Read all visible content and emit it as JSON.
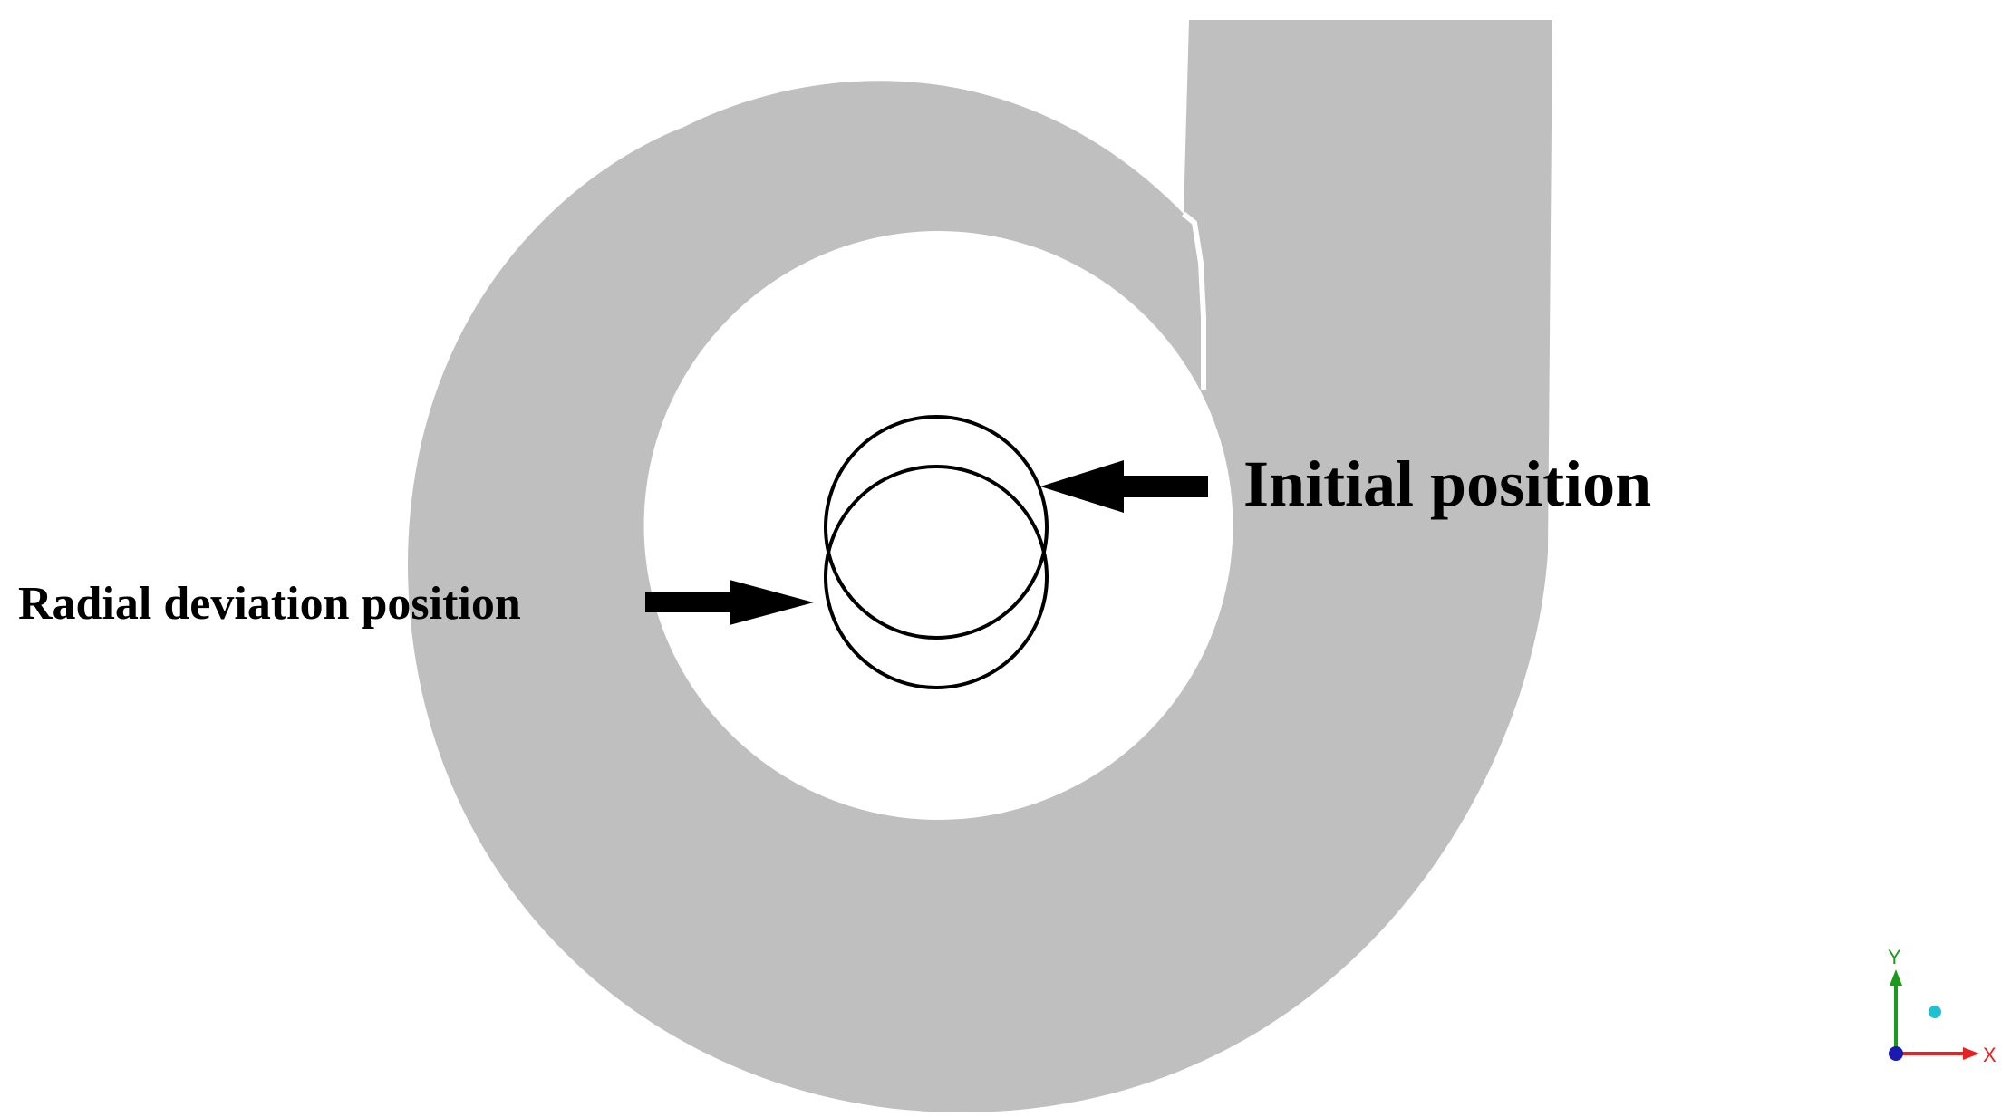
{
  "labels": {
    "initial_position": "Initial position",
    "radial_deviation_position": "Radial deviation position"
  },
  "axis_triad": {
    "y_label": "Y",
    "x_label": "X"
  },
  "colors": {
    "volute_fill": "#bfbfbf",
    "background": "#ffffff",
    "outline": "#000000",
    "axis_y": "#1a9c1a",
    "axis_x": "#e82020",
    "axis_z": "#1a1ab0",
    "axis_point": "#20c0d0"
  }
}
